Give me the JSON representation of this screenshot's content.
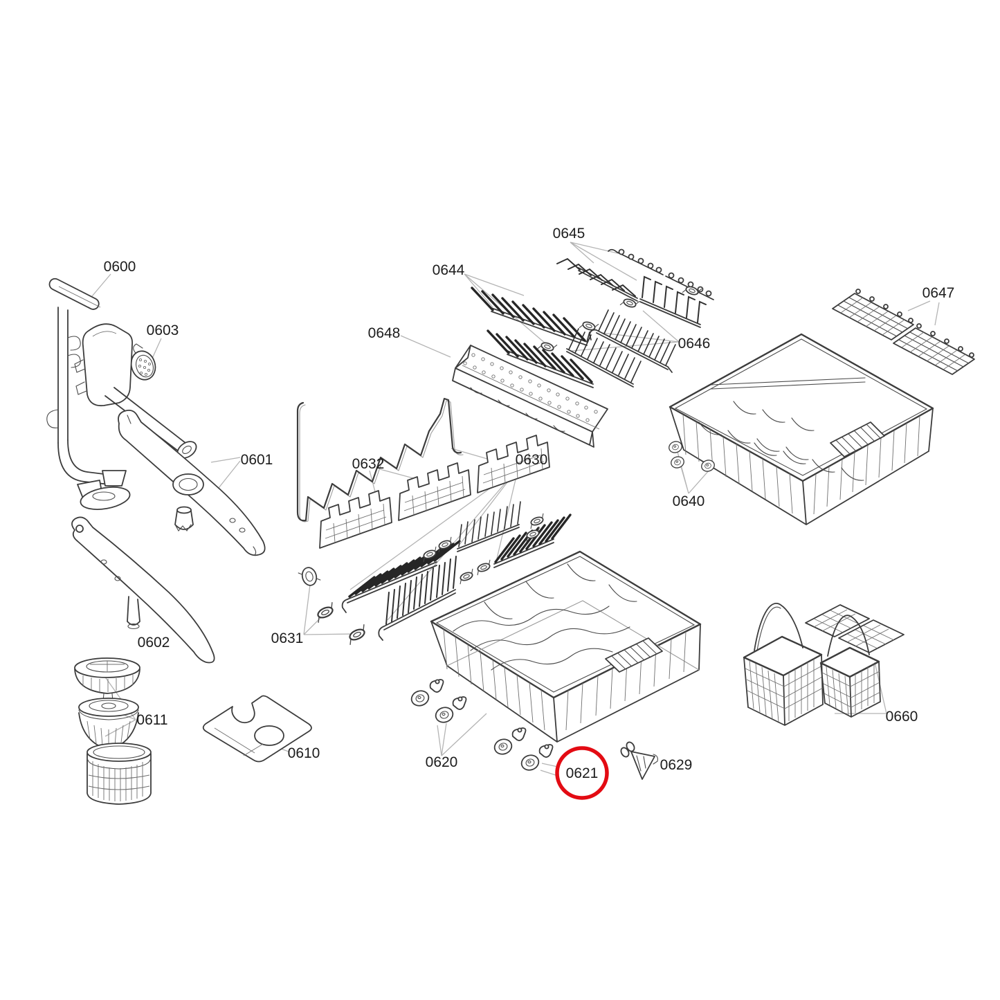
{
  "diagram": {
    "background_color": "#ffffff",
    "line_color": "#3c3c3c",
    "label_color": "#1c1c1c",
    "leader_color": "#b4b4b4"
  },
  "highlight": {
    "part_number": "0621",
    "shape": "circle",
    "color": "#e30b13"
  },
  "parts": [
    {
      "number": "0600"
    },
    {
      "number": "0601"
    },
    {
      "number": "0602"
    },
    {
      "number": "0603"
    },
    {
      "number": "0610"
    },
    {
      "number": "0611"
    },
    {
      "number": "0620"
    },
    {
      "number": "0621"
    },
    {
      "number": "0629"
    },
    {
      "number": "0630"
    },
    {
      "number": "0631"
    },
    {
      "number": "0632"
    },
    {
      "number": "0640"
    },
    {
      "number": "0644"
    },
    {
      "number": "0645"
    },
    {
      "number": "0646"
    },
    {
      "number": "0647"
    },
    {
      "number": "0648"
    },
    {
      "number": "0660"
    }
  ]
}
